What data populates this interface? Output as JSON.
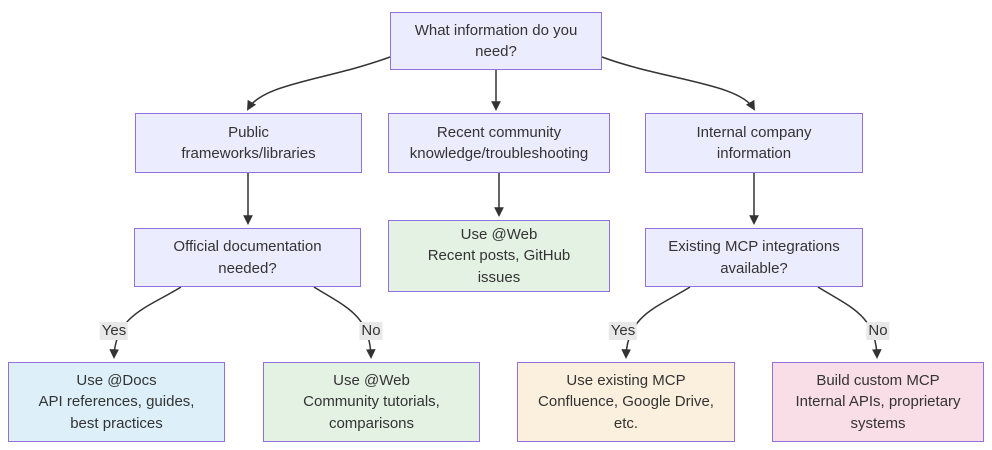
{
  "diagram": {
    "type": "decision-flowchart",
    "nodes": {
      "root": {
        "label": "What information do you\nneed?",
        "fill": "#ECECFF"
      },
      "public": {
        "label": "Public\nframeworks/libraries",
        "fill": "#ECECFF"
      },
      "community": {
        "label": "Recent community\nknowledge/troubleshooting",
        "fill": "#ECECFF"
      },
      "internal": {
        "label": "Internal company\ninformation",
        "fill": "#ECECFF"
      },
      "official_docs": {
        "label": "Official documentation\nneeded?",
        "fill": "#ECECFF"
      },
      "use_web_recent": {
        "label": "Use @Web\nRecent posts, GitHub\nissues",
        "fill": "#E4F2E4"
      },
      "existing_mcp": {
        "label": "Existing MCP integrations\navailable?",
        "fill": "#ECECFF"
      },
      "use_docs": {
        "label": "Use @Docs\nAPI references, guides,\nbest practices",
        "fill": "#DDF0FA"
      },
      "use_web_community": {
        "label": "Use @Web\nCommunity tutorials,\ncomparisons",
        "fill": "#E4F2E4"
      },
      "use_existing_mcp": {
        "label": "Use existing MCP\nConfluence, Google Drive,\netc.",
        "fill": "#FBF0DE"
      },
      "build_custom_mcp": {
        "label": "Build custom MCP\nInternal APIs, proprietary\nsystems",
        "fill": "#FADEE7"
      }
    },
    "edge_labels": {
      "docs_yes": "Yes",
      "docs_no": "No",
      "mcp_yes": "Yes",
      "mcp_no": "No"
    },
    "colors": {
      "node_border": "#9370DB",
      "edge_stroke": "#333333",
      "edge_label_bg": "#e8e8e8",
      "text": "#333333",
      "question_fill": "#ECECFF",
      "web_fill": "#E4F2E4",
      "docs_fill": "#DDF0FA",
      "mcp_fill": "#FBF0DE",
      "custom_fill": "#FADEE7"
    }
  }
}
